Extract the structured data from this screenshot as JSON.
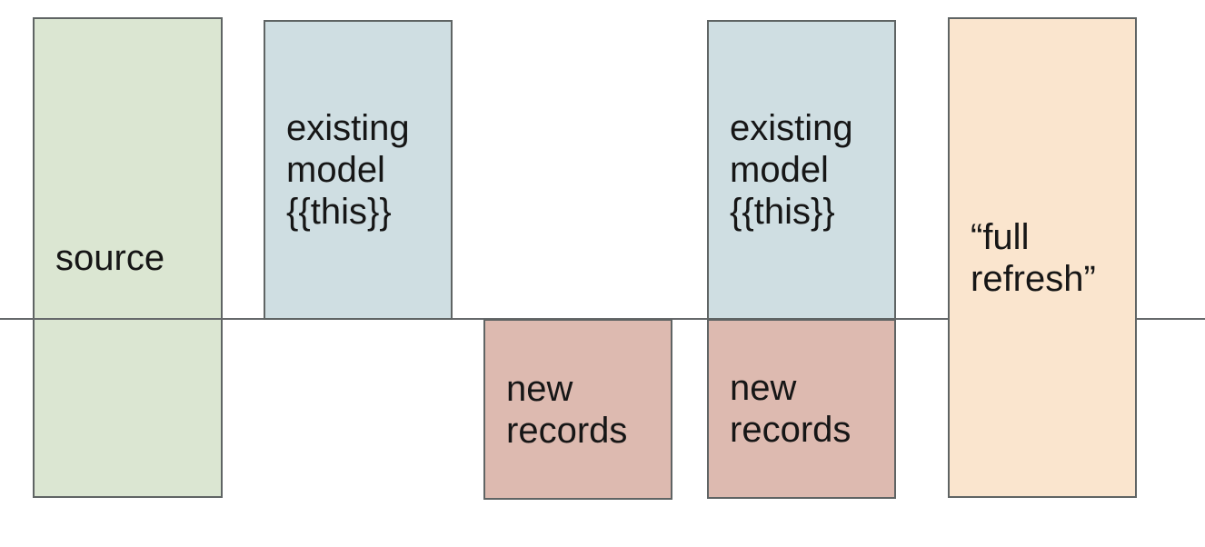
{
  "palette": {
    "background": "#ffffff",
    "box_border": "#5f6464",
    "baseline_color": "#66696b",
    "text_color": "#161616",
    "source_fill": "#dbe6d2",
    "existing_model_fill": "#cfdee2",
    "new_records_fill": "#ddbab0",
    "full_refresh_fill": "#fae5ce"
  },
  "boxes": [
    {
      "id": "source",
      "label": "source",
      "lines": [
        "source"
      ],
      "fill": "#dbe6d2"
    },
    {
      "id": "existing-model-left",
      "label": "existing model {{this}}",
      "lines": [
        "existing",
        "model",
        "{{this}}"
      ],
      "fill": "#cfdee2"
    },
    {
      "id": "new-records-left",
      "label": "new records",
      "lines": [
        "new",
        "records"
      ],
      "fill": "#ddbab0"
    },
    {
      "id": "existing-model-right",
      "label": "existing model {{this}}",
      "lines": [
        "existing",
        "model",
        "{{this}}"
      ],
      "fill": "#cfdee2"
    },
    {
      "id": "new-records-right",
      "label": "new records",
      "lines": [
        "new",
        "records"
      ],
      "fill": "#ddbab0"
    },
    {
      "id": "full-refresh",
      "label": "“full refresh”",
      "lines": [
        "“full",
        "refresh”"
      ],
      "fill": "#fae5ce"
    }
  ]
}
